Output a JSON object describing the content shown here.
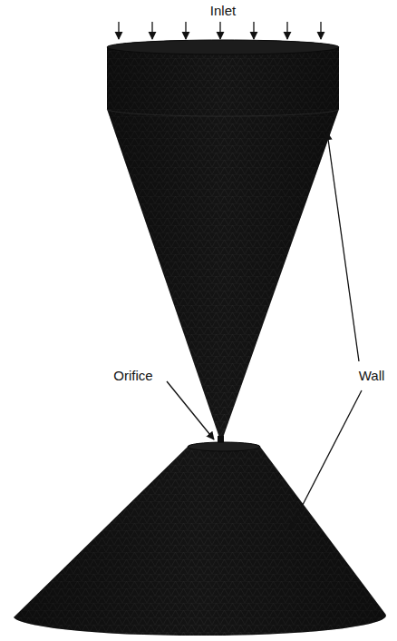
{
  "diagram": {
    "labels": [
      "Inlet",
      "Wall",
      "Orifice"
    ]
  }
}
